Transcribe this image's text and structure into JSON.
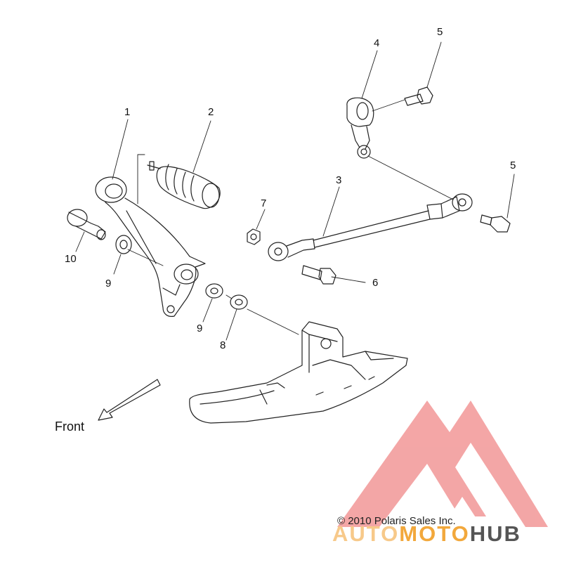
{
  "callouts": {
    "c1": "1",
    "c2": "2",
    "c3": "3",
    "c4": "4",
    "c5a": "5",
    "c5b": "5",
    "c6": "6",
    "c7": "7",
    "c8": "8",
    "c9a": "9",
    "c9b": "9",
    "c10": "10"
  },
  "front_label": "Front",
  "copyright": "© 2010 Polaris Sales Inc.",
  "watermark": {
    "part1": "AUTO",
    "part2": "MOTO",
    "part3": "HUB",
    "color_light": "#f7c98a",
    "color_accent": "#f2a83c",
    "color_dark": "#555555",
    "triangle_color": "#f19090"
  }
}
